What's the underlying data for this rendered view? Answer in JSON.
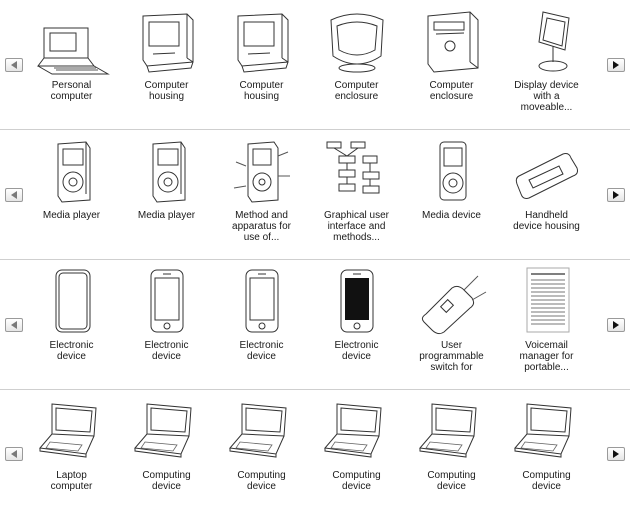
{
  "rows": [
    {
      "items": [
        {
          "label": "Personal\ncomputer",
          "icon": "personal-computer-icon"
        },
        {
          "label": "Computer\nhousing",
          "icon": "computer-housing-icon"
        },
        {
          "label": "Computer\nhousing",
          "icon": "computer-housing-icon"
        },
        {
          "label": "Computer\nenclosure",
          "icon": "computer-enclosure-icon"
        },
        {
          "label": "Computer\nenclosure",
          "icon": "computer-tower-icon"
        },
        {
          "label": "Display device\nwith a\nmoveable...",
          "icon": "display-device-icon"
        }
      ]
    },
    {
      "items": [
        {
          "label": "Media player",
          "icon": "media-player-icon"
        },
        {
          "label": "Media player",
          "icon": "media-player-icon"
        },
        {
          "label": "Method and\napparatus for\nuse of...",
          "icon": "media-player-patent-icon"
        },
        {
          "label": "Graphical user\ninterface and\nmethods...",
          "icon": "flowchart-icon"
        },
        {
          "label": "Media device",
          "icon": "media-device-icon"
        },
        {
          "label": "Handheld\ndevice housing",
          "icon": "handheld-housing-icon"
        }
      ]
    },
    {
      "items": [
        {
          "label": "Electronic\ndevice",
          "icon": "electronic-device-icon"
        },
        {
          "label": "Electronic\ndevice",
          "icon": "phone-device-icon"
        },
        {
          "label": "Electronic\ndevice",
          "icon": "phone-device-icon"
        },
        {
          "label": "Electronic\ndevice",
          "icon": "phone-black-screen-icon"
        },
        {
          "label": "User\nprogrammable\nswitch for",
          "icon": "switch-device-icon"
        },
        {
          "label": "Voicemail\nmanager for\nportable...",
          "icon": "text-document-icon"
        }
      ]
    },
    {
      "items": [
        {
          "label": "Laptop\ncomputer",
          "icon": "laptop-icon"
        },
        {
          "label": "Computing\ndevice",
          "icon": "laptop-icon"
        },
        {
          "label": "Computing\ndevice",
          "icon": "laptop-icon"
        },
        {
          "label": "Computing\ndevice",
          "icon": "laptop-icon"
        },
        {
          "label": "Computing\ndevice",
          "icon": "laptop-icon"
        },
        {
          "label": "Computing\ndevice",
          "icon": "laptop-icon"
        }
      ]
    }
  ]
}
